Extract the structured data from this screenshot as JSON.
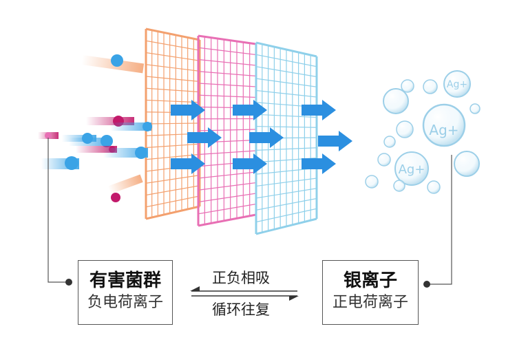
{
  "left_box": {
    "title": "有害菌群",
    "subtitle": "负电荷离子"
  },
  "right_box": {
    "title": "银离子",
    "subtitle": "正电荷离子"
  },
  "middle": {
    "top_text": "正负相吸",
    "bottom_text": "循环往复"
  },
  "bubble_labels": [
    "Ag+",
    "Ag+",
    "Ag+"
  ],
  "colors": {
    "mesh_orange": "#f3a06e",
    "mesh_pink": "#e86fb4",
    "mesh_blue": "#8fd0ea",
    "arrow_blue": "#2b8fe0",
    "bacteria_blue": "#3aa3e6",
    "bacteria_pink": "#c2196a",
    "bubble": "#9ccfe8"
  }
}
